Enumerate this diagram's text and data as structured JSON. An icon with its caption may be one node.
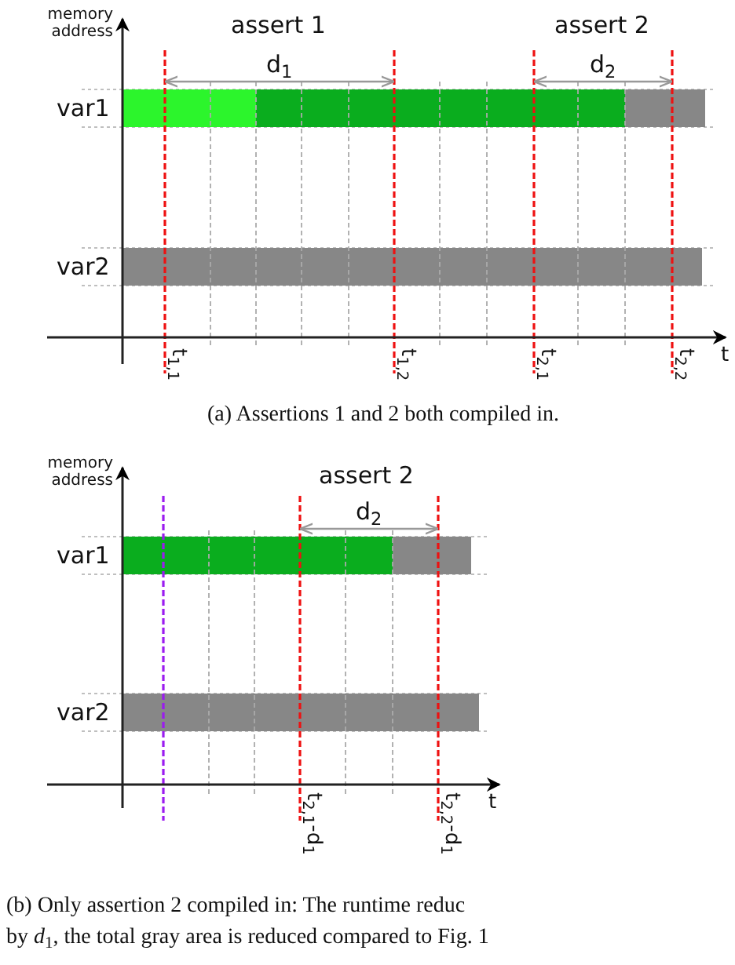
{
  "diagram": {
    "labels": [
      "memory address",
      "assert 1",
      "assert 2",
      "d$_{1}$",
      "d$_{2}$",
      "var1",
      "var2",
      "t$_{1,1}$",
      "t$_{1,2}$",
      "t$_{2,1}$",
      "t$_{2,2}$",
      "t",
      "(a) Assertions 1 and 2 both compiled in.",
      "memory address",
      "assert 2",
      "d$_{2}$",
      "var1",
      "var2",
      "t$_{2,1}$-d$_{1}$",
      "t$_{2,2}$-d$_{1}$",
      "t",
      "(b) Only assertion 2 compiled in: The runtime reduc",
      "by *d*$_{1}$, the total gray area is reduced compared to Fig. 1"
    ]
  }
}
